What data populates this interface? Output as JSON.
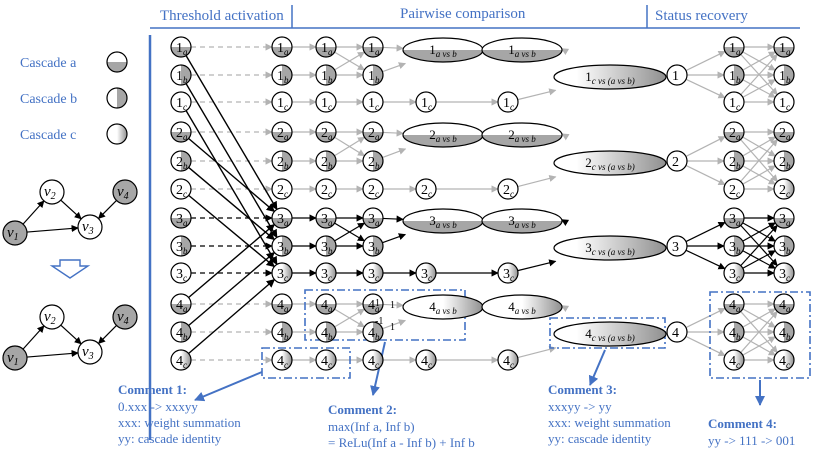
{
  "header": {
    "threshold": "Threshold activation",
    "pairwise": "Pairwise comparison",
    "recovery": "Status recovery"
  },
  "legend": {
    "cascade_a": "Cascade a",
    "cascade_b": "Cascade b",
    "cascade_c": "Cascade c"
  },
  "nodes": {
    "groups": [
      "1",
      "2",
      "3",
      "4"
    ],
    "cascades": [
      "a",
      "b",
      "c"
    ],
    "vs_label": "vs",
    "edge_weight": "1"
  },
  "small_graph": {
    "nodes": [
      "v1",
      "v2",
      "v3",
      "v4"
    ]
  },
  "comments": {
    "c1": {
      "title": "Comment 1",
      "lines": [
        "0.xxx -> xxxyy",
        "xxx: weight summation",
        "yy: cascade identity"
      ]
    },
    "c2": {
      "title": "Comment 2",
      "lines": [
        "max(Inf a, Inf b)",
        "= ReLu(Inf a - Inf b) + Inf b"
      ]
    },
    "c3": {
      "title": "Comment 3",
      "lines": [
        "xxxyy -> yy",
        "xxx: weight summation",
        "yy: cascade identity"
      ]
    },
    "c4": {
      "title": "Comment 4",
      "lines": [
        "yy -> 111 -> 001"
      ]
    }
  },
  "colors": {
    "accent": "#4472c4",
    "fill": "#a6a6a6",
    "edge_gray": "#b3b3b3"
  }
}
